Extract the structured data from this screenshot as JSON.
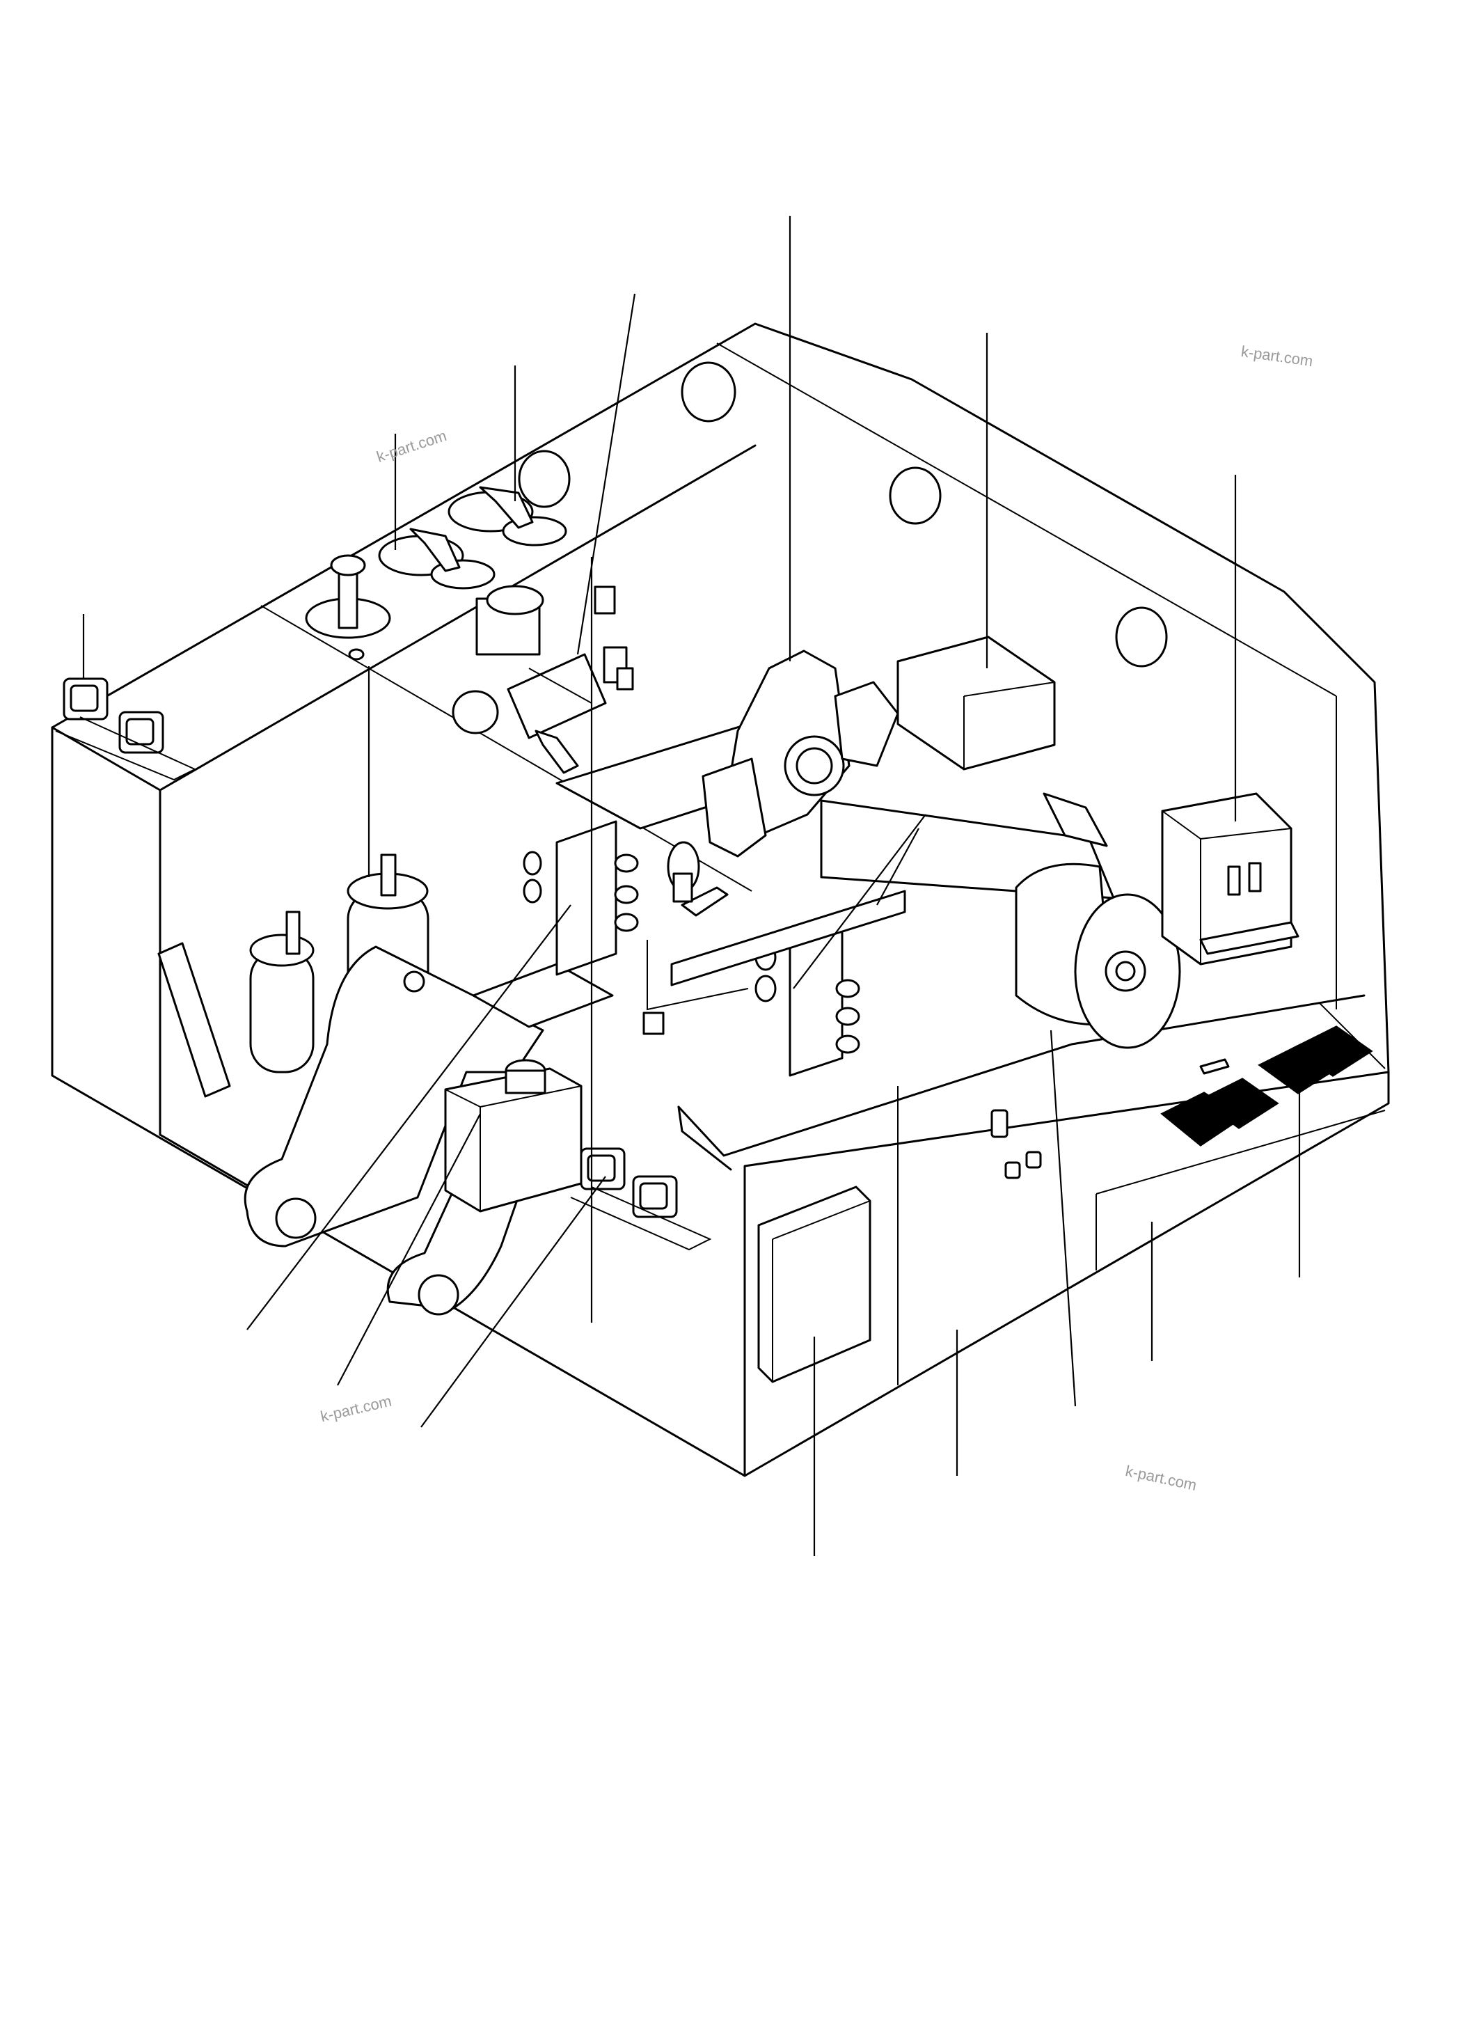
{
  "watermarks": [
    "k-part.com",
    "k-part.com",
    "k-part.com",
    "k-part.com"
  ],
  "colors": {
    "line": "#000000",
    "background": "#ffffff",
    "watermark": "#9a9a9a"
  }
}
